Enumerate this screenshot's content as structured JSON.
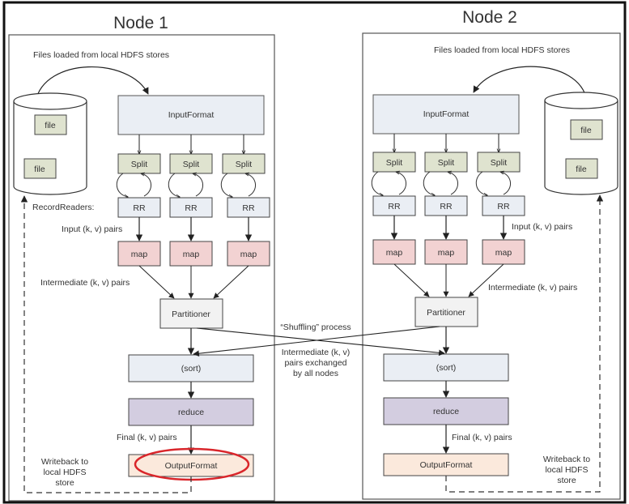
{
  "colors": {
    "frame": "#111111",
    "node_border": "#555555",
    "input_format": "#eaeef4",
    "split": "#dfe3cf",
    "rr": "#eaeef4",
    "map": "#f2d2d2",
    "partitioner": "#f2f2f2",
    "sort": "#eaeef4",
    "reduce": "#d3cde0",
    "output_format": "#fbe9dc",
    "file": "#dfe3cf",
    "highlight": "#d9262b",
    "line": "#222222",
    "text": "#333333"
  },
  "shuffle": {
    "title": "“Shuffling” process",
    "desc_line1": "Intermediate (k, v)",
    "desc_line2": "pairs exchanged",
    "desc_line3": "by all nodes"
  },
  "nodes": [
    {
      "title": "Node 1",
      "files_loaded_label": "Files loaded from local HDFS stores",
      "input_format": "InputFormat",
      "splits": [
        "Split",
        "Split",
        "Split"
      ],
      "record_readers_label": "RecordReaders:",
      "rrs": [
        "RR",
        "RR",
        "RR"
      ],
      "input_pairs_label": "Input (k, v) pairs",
      "maps": [
        "map",
        "map",
        "map"
      ],
      "intermediate_label": "Intermediate (k, v) pairs",
      "partitioner": "Partitioner",
      "sort": "(sort)",
      "reduce": "reduce",
      "final_pairs_label": "Final (k, v) pairs",
      "output_format": "OutputFormat",
      "output_highlighted": true,
      "writeback_line1": "Writeback to",
      "writeback_line2": "local HDFS",
      "writeback_line3": "store",
      "files": [
        "file",
        "file"
      ]
    },
    {
      "title": "Node 2",
      "files_loaded_label": "Files loaded from local HDFS stores",
      "input_format": "InputFormat",
      "splits": [
        "Split",
        "Split",
        "Split"
      ],
      "rrs": [
        "RR",
        "RR",
        "RR"
      ],
      "input_pairs_label": "Input (k, v) pairs",
      "maps": [
        "map",
        "map",
        "map"
      ],
      "intermediate_label": "Intermediate (k, v) pairs",
      "partitioner": "Partitioner",
      "sort": "(sort)",
      "reduce": "reduce",
      "final_pairs_label": "Final (k, v) pairs",
      "output_format": "OutputFormat",
      "output_highlighted": false,
      "writeback_line1": "Writeback to",
      "writeback_line2": "local HDFS",
      "writeback_line3": "store",
      "files": [
        "file",
        "file"
      ]
    }
  ]
}
